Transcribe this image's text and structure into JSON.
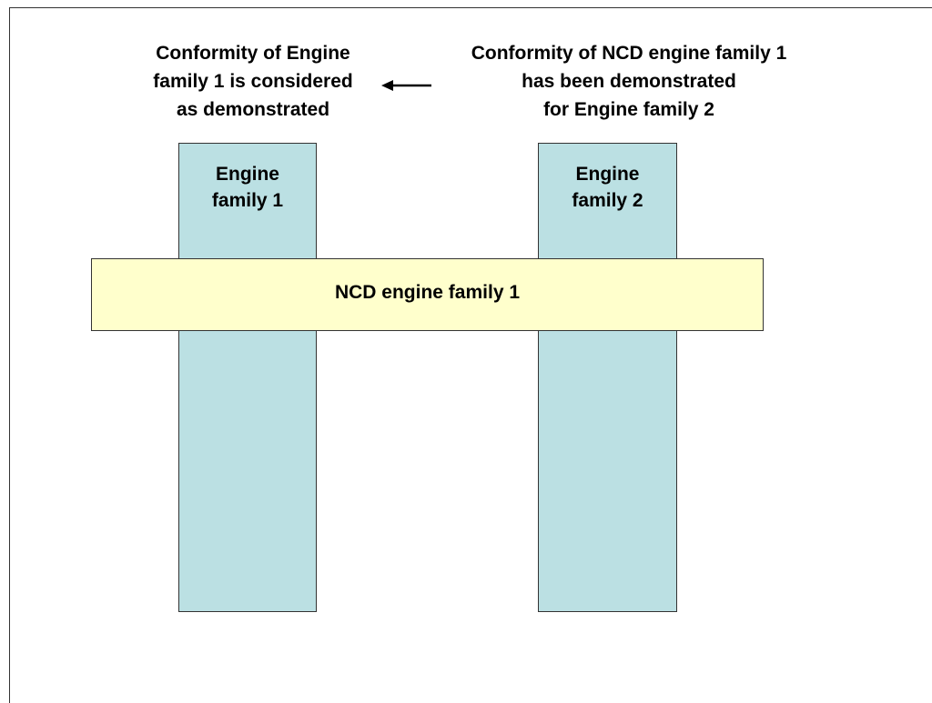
{
  "captions": {
    "left": {
      "lines": [
        "Conformity of Engine",
        "family 1 is considered",
        "as demonstrated"
      ]
    },
    "right": {
      "lines": [
        "Conformity of NCD engine family 1",
        "has been demonstrated",
        "for Engine family 2"
      ]
    }
  },
  "columns": [
    {
      "lines": [
        "Engine",
        "family 1"
      ]
    },
    {
      "lines": [
        "Engine",
        "family 2"
      ]
    }
  ],
  "band": {
    "label": "NCD engine family 1"
  },
  "colors": {
    "column_fill": "#bbe0e3",
    "band_fill": "#ffffcc",
    "outline": "#333333",
    "text": "#000000"
  },
  "icons": {
    "arrow": "arrow-left-icon"
  }
}
